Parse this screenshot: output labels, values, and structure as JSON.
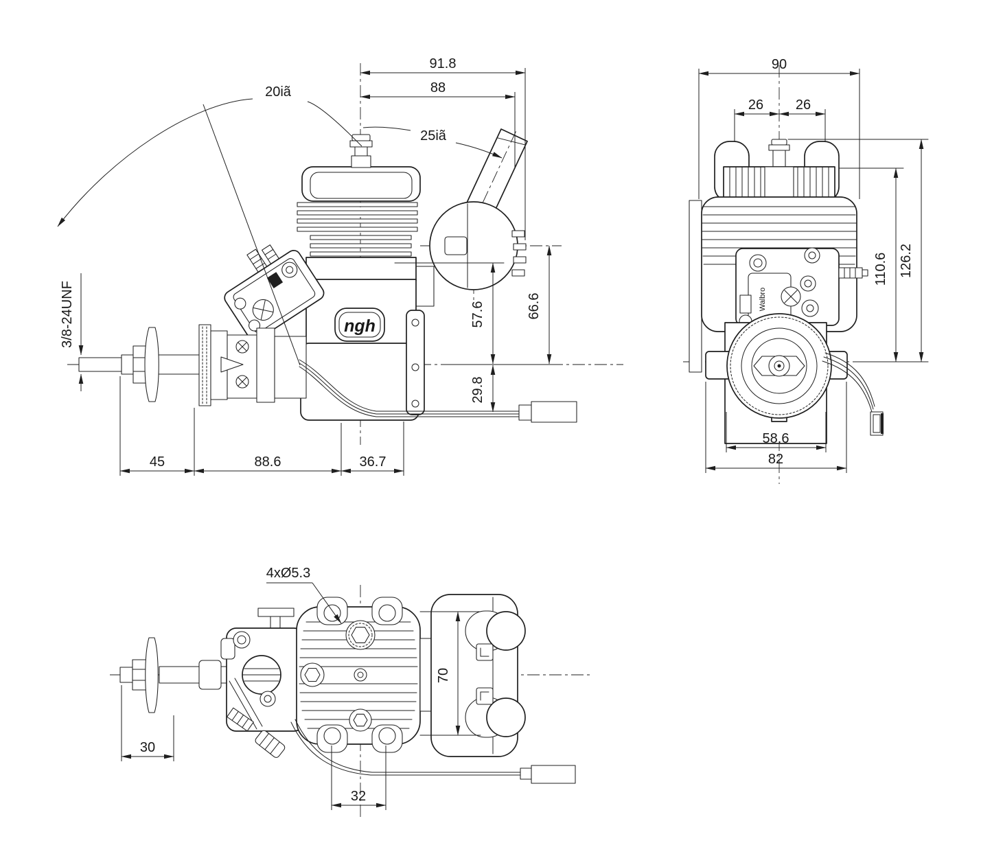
{
  "side_view": {
    "logo": "ngh",
    "dims": {
      "overall_width": "91.8",
      "inner_width": "88",
      "carb_angle": "20iã",
      "exhaust_angle": "25iã",
      "shaft_thread": "3/8-24UNF",
      "front_len": "45",
      "mid_len": "88.6",
      "rear_len": "36.7",
      "outlet_height": "57.6",
      "muffler_center_height": "66.6",
      "wire_offset": "29.8"
    }
  },
  "front_view": {
    "carb_brand": "Walbro",
    "dims": {
      "overall_width": "90",
      "plug_left": "26",
      "plug_right": "26",
      "fin_height": "110.6",
      "overall_height": "126.2",
      "mount_width": "58.6",
      "case_width": "82"
    }
  },
  "top_view": {
    "dims": {
      "mount_holes": "4xØ5.3",
      "muffler_span": "70",
      "shaft_len": "30",
      "hole_spacing": "32"
    }
  }
}
